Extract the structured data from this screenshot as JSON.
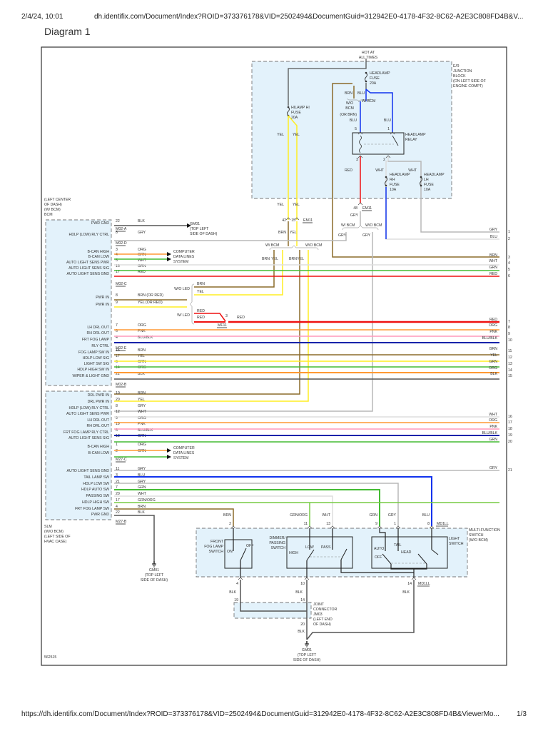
{
  "print_header": {
    "datetime": "2/4/24, 10:01",
    "url": "dh.identifix.com/Document/Index?ROID=373376178&VID=2502494&DocumentGuid=312942E0-4178-4F32-8C62-A2E3C808FD4B&V..."
  },
  "page_title": "Diagram 1",
  "print_footer": {
    "url": "https://dh.identifix.com/Document/Index?ROID=373376178&VID=2502494&DocumentGuid=312942E0-4178-4F32-8C62-A2E3C808FD4B&ViewerMo...",
    "page": "1/3"
  },
  "colors": {
    "BLK": "#555555",
    "GRY": "#b8b8b8",
    "ORG": "#ff9933",
    "GRN": "#44bb33",
    "WHT": "#dddddd",
    "RED": "#ee1111",
    "BRN": "#8b6b2a",
    "YEL": "#ffee22",
    "PNK": "#ff99bb",
    "BLU": "#1133ee",
    "BLU/BLK": "#1122aa",
    "GRN/ORG": "#77cc44",
    "box_fill": "#e3f2fb",
    "frame": "#333333"
  },
  "diagram": {
    "diagram_id": "562515",
    "hot_at_all_times": [
      "HOT AT",
      "ALL TIMES"
    ],
    "junction_block": {
      "label": [
        "E/R",
        "JUNCTION",
        "BLOCK",
        "(ON LEFT SIDE OF",
        "ENGINE COMPT)"
      ]
    },
    "fuses": {
      "headlamp": [
        "HEADLAMP",
        "FUSE",
        "20A"
      ],
      "hilamp_hi": [
        "HILAMP HI",
        "FUSE",
        "20A"
      ],
      "headlamp_rh": [
        "HEADLAMP",
        "RH",
        "FUSE",
        "10A"
      ],
      "headlamp_lh": [
        "HEADLAMP",
        "LH",
        "FUSE",
        "10A"
      ]
    },
    "relay": {
      "label": [
        "HEADLAMP",
        "RELAY"
      ],
      "pins": [
        "5",
        "1",
        "3",
        "2"
      ]
    },
    "junction_labels": {
      "brn": "BRN",
      "blu": "BLU",
      "wo_bcm": [
        "W/O",
        "BCM"
      ],
      "w_bcm": "W/ BCM",
      "or_brn": "(OR BRN)",
      "blu2": "BLU",
      "blu3": "BLU",
      "red": "RED",
      "wht1": "WHT",
      "wht2": "WHT",
      "yel1": "YEL",
      "yel2": "YEL",
      "yel3": "YEL",
      "yel4": "YEL"
    },
    "em11": {
      "pin42": "42",
      "pin15": "15",
      "pin48": "48",
      "name": "EM11",
      "name2": "EM11",
      "brn": "BRN",
      "yel": "YEL",
      "gry": "GRY",
      "w_bcm": "W/ BCM",
      "wo_bcm": "W/O BCM",
      "w_bcm2": "W/ BCM",
      "wo_bcm2": "W/O BCM",
      "gry2": "GRY",
      "gry3": "GRY",
      "sub": [
        "BRN",
        "YEL",
        "BRN",
        "YEL"
      ]
    },
    "bcm": {
      "label": [
        "(LEFT CENTER",
        "OF DASH)",
        "(W/ BCM)",
        "BCM"
      ],
      "pins": [
        {
          "name": "PWR GND",
          "pin": "22",
          "color": "BLK"
        },
        {
          "name": "HDLP (LOW) RLY CTRL",
          "pin": "8",
          "color": "GRY"
        },
        {
          "name": "B-CAN HIGH",
          "pin": "3",
          "color": "ORG"
        },
        {
          "name": "B-CAN LOW",
          "pin": "4",
          "color": "GRN"
        },
        {
          "name": "AUTO LIGHT SENS PWR",
          "pin": "5",
          "color": "WHT"
        },
        {
          "name": "AUTO LIGHT SENS SIG",
          "pin": "16",
          "color": "GRN"
        },
        {
          "name": "AUTO LIGHT SENS GND",
          "pin": "17",
          "color": "RED"
        },
        {
          "name": "PWR IN",
          "pin": "8",
          "color": "BRN (OR RED)"
        },
        {
          "name": "PWR IN",
          "pin": "9",
          "color": "YEL (OR RED)"
        },
        {
          "name": "LH DRL OUT",
          "pin": "7",
          "color": "ORG"
        },
        {
          "name": "RH DRL OUT",
          "pin": "6",
          "color": "PNK"
        },
        {
          "name": "FRT FOG LAMP",
          "pin": "4",
          "color": "BLU/BLK"
        },
        {
          "name": "RLY CTRL",
          "pin": "",
          "color": ""
        },
        {
          "name": "FOG LAMP SW IN",
          "pin": "15",
          "color": "BRN"
        },
        {
          "name": "HDLP LOW SIG",
          "pin": "17",
          "color": "YEL"
        },
        {
          "name": "LIGHT SW SIG",
          "pin": "6",
          "color": "GRN"
        },
        {
          "name": "HDLP HIGH SW IN",
          "pin": "14",
          "color": "ORG"
        },
        {
          "name": "WIPER & LIGHT GND",
          "pin": "21",
          "color": "BLK"
        }
      ],
      "connectors": [
        "M02-A",
        "M02-D",
        "M02-C",
        "M02-E",
        "M02-B"
      ]
    },
    "slm": {
      "label": [
        "SLM",
        "(W/O BCM)",
        "(LEFT SIDE OF",
        "HVAC CASE)"
      ],
      "pins": [
        {
          "name": "DRL PWR IN",
          "pin": "10",
          "color": "BRN"
        },
        {
          "name": "DRL PWR IN",
          "pin": "20",
          "color": "YEL"
        },
        {
          "name": "HDLP (LOW) RLY CTRL",
          "pin": "8",
          "color": "GRY"
        },
        {
          "name": "AUTO LIGHT SENS PWR",
          "pin": "12",
          "color": "WHT"
        },
        {
          "name": "LH DRL OUT",
          "pin": "9",
          "color": "ORG"
        },
        {
          "name": "RH DRL OUT",
          "pin": "19",
          "color": "PNK"
        },
        {
          "name": "FRT FOG LAMP RLY CTRL",
          "pin": "6",
          "color": "BLU/BLK"
        },
        {
          "name": "AUTO LIGHT SENS SIG",
          "pin": "13",
          "color": "GRN"
        },
        {
          "name": "B-CAN HIGH",
          "pin": "1",
          "color": "ORG"
        },
        {
          "name": "B-CAN LOW",
          "pin": "2",
          "color": "GRN"
        },
        {
          "name": "AUTO LIGHT SENS GND",
          "pin": "11",
          "color": "GRY"
        },
        {
          "name": "TAIL LAMP SW",
          "pin": "3",
          "color": "BLU"
        },
        {
          "name": "HDLP LOW SW",
          "pin": "21",
          "color": "GRY"
        },
        {
          "name": "HDLP AUTO SW",
          "pin": "7",
          "color": "GRN"
        },
        {
          "name": "PASSING SW",
          "pin": "20",
          "color": "WHT"
        },
        {
          "name": "HDLP HIGH SW",
          "pin": "17",
          "color": "GRN/ORG"
        },
        {
          "name": "FRT FOG LAMP SW",
          "pin": "4",
          "color": "BRN"
        },
        {
          "name": "PWR GND",
          "pin": "22",
          "color": "BLK"
        }
      ],
      "connectors": [
        "M27-C",
        "M27-B"
      ]
    },
    "computer_data_lines": [
      "COMPUTER",
      "DATA LINES",
      "SYSTEM"
    ],
    "ground_gm01": [
      "GM01",
      "(TOP LEFT",
      "SIDE OF DASH)"
    ],
    "led_branch": {
      "wo_led": "W/O LED",
      "w_led": "W/ LED",
      "brn": "BRN",
      "yel": "YEL",
      "red1": "RED",
      "red2": "RED",
      "red3": "RED",
      "pin3": "3",
      "conn": "MF11"
    },
    "right_refs": [
      {
        "color": "GRY",
        "num": "1"
      },
      {
        "color": "BLU",
        "num": "2"
      },
      {
        "color": "BRN",
        "num": "3"
      },
      {
        "color": "WHT",
        "num": "4"
      },
      {
        "color": "GRN",
        "num": "5"
      },
      {
        "color": "RED",
        "num": "6"
      },
      {
        "color": "RED",
        "num": "7"
      },
      {
        "color": "ORG",
        "num": "8"
      },
      {
        "color": "PNK",
        "num": "9"
      },
      {
        "color": "BLU/BLK",
        "num": "10"
      },
      {
        "color": "BRN",
        "num": "11"
      },
      {
        "color": "YEL",
        "num": "12"
      },
      {
        "color": "GRN",
        "num": "13"
      },
      {
        "color": "ORG",
        "num": "14"
      },
      {
        "color": "BLK",
        "num": "15"
      },
      {
        "color": "WHT",
        "num": "16"
      },
      {
        "color": "ORG",
        "num": "17"
      },
      {
        "color": "PNK",
        "num": "18"
      },
      {
        "color": "BLU/BLK",
        "num": "19"
      },
      {
        "color": "GRN",
        "num": "20"
      },
      {
        "color": "GRY",
        "num": "21"
      }
    ],
    "mfs": {
      "label": [
        "MULTI-FUNCTION",
        "SWITCH",
        "(W/O BCM)"
      ],
      "connector": "MD1LL",
      "connector2": "MD1LL",
      "top_pins": [
        {
          "pin": "2",
          "color": "BRN"
        },
        {
          "pin": "11",
          "color": "GRN/ORG"
        },
        {
          "pin": "13",
          "color": "WHT"
        },
        {
          "pin": "9",
          "color": "GRN"
        },
        {
          "pin": "1",
          "color": "GRY"
        },
        {
          "pin": "8",
          "color": "BLU"
        }
      ],
      "bottom_pins": [
        {
          "pin": "4",
          "color": "BLK"
        },
        {
          "pin": "10",
          "color": "BLK"
        },
        {
          "pin": "14",
          "color": "BLK"
        }
      ],
      "fog_switch": {
        "label": [
          "FRONT",
          "FOG LAMP",
          "SWITCH"
        ],
        "on": "ON",
        "off": "OFF"
      },
      "dimmer_switch": {
        "label": [
          "DIMMER/",
          "PASSING",
          "SWITCH"
        ],
        "high": "HIGH",
        "low": "LOW",
        "pass": "PASS"
      },
      "light_switch": {
        "label": [
          "LIGHT",
          "SWITCH"
        ],
        "auto": "AUTO",
        "off": "OFF",
        "tail": "TAIL",
        "head": "HEAD"
      }
    },
    "joint_connector": {
      "label": [
        "JOINT",
        "CONNECTOR",
        "JM03",
        "(LEFT END",
        "OF DASH)"
      ],
      "pins": [
        "19",
        "14",
        "20"
      ],
      "wire": "BLK"
    }
  }
}
